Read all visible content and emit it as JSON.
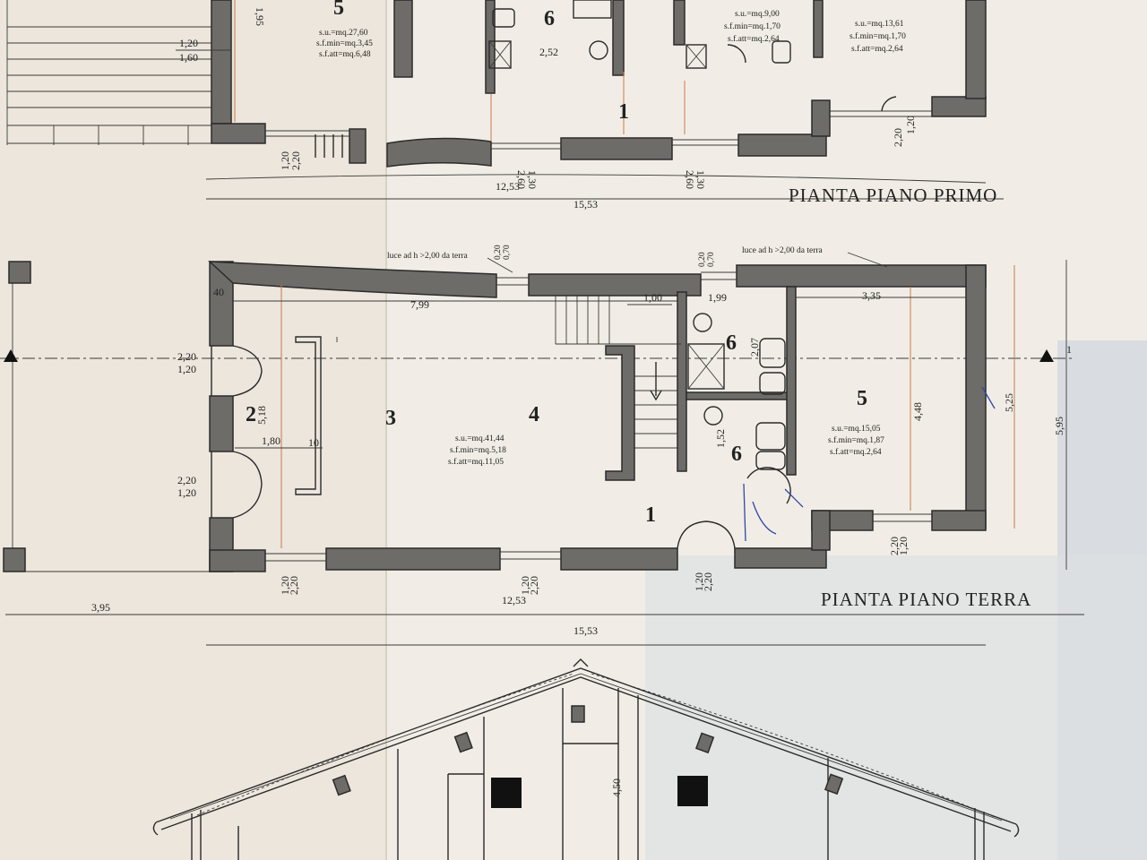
{
  "floor_first": {
    "title": "PIANTA PIANO PRIMO",
    "rooms": [
      {
        "label": "5",
        "su": "s.u.=mq.27,60",
        "sfmin": "s.f.min=mq.3,45",
        "sfatt": "s.f.att=mq.6,48"
      },
      {
        "label": "6"
      },
      {
        "label": "1"
      },
      {
        "su": "s.u.=mq.9,00",
        "sfmin": "s.f.min=mq.1,70",
        "sfatt": "s.f.att=mq.2,64"
      },
      {
        "su": "s.u.=mq.13,61",
        "sfmin": "s.f.min=mq.1,70",
        "sfatt": "s.f.att=mq.2,64"
      }
    ],
    "dims": {
      "d1": "1,20",
      "d2": "1,60",
      "d3": "2,52",
      "d4": "1,20",
      "d5": "2,20",
      "d6": "12,53",
      "d7": "1,30",
      "d8": "2,60",
      "d9": "1,30",
      "d10": "2,60",
      "d11": "1,20",
      "d12": "2,20",
      "d13": "15,53",
      "d14": "1,95"
    }
  },
  "floor_ground": {
    "title": "PIANTA PIANO TERRA",
    "note_window": "luce ad h >2,00 da terra",
    "rooms": [
      {
        "label": "2"
      },
      {
        "label": "3"
      },
      {
        "label": "4",
        "su": "s.u.=mq.41,44",
        "sfmin": "s.f.min=mq.5,18",
        "sfatt": "s.f.att=mq.11,05"
      },
      {
        "label": "1"
      },
      {
        "label": "6"
      },
      {
        "label": "6"
      },
      {
        "label": "5",
        "su": "s.u.=mq.15,05",
        "sfmin": "s.f.min=mq.1,87",
        "sfatt": "s.f.att=mq.2,64"
      }
    ],
    "dims": {
      "w1": "0,20",
      "w2": "0,70",
      "w3": "0,20",
      "w4": "0,70",
      "d40": "40",
      "d799": "7,99",
      "d100": "1,00",
      "d199": "1,99",
      "d335": "3,35",
      "d220a": "2,20",
      "d120a": "1,20",
      "d518": "5,18",
      "d180": "1,80",
      "d10": "10",
      "d220b": "2,20",
      "d120b": "1,20",
      "d207": "2,07",
      "d152": "1,52",
      "d448": "4,48",
      "d525": "5,25",
      "d595": "5,95",
      "b1": "1,20",
      "b2": "2,20",
      "b3": "1,20",
      "b4": "2,20",
      "b5": "1,20",
      "b6": "2,20",
      "d395": "3,95",
      "d1253": "12,53",
      "d1553": "15,53",
      "section_mark": "1"
    }
  },
  "section": {
    "dim_height": "4,50"
  }
}
